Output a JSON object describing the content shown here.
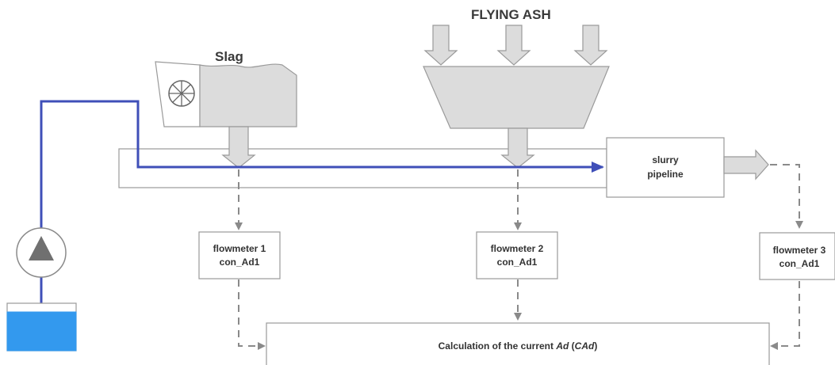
{
  "labels": {
    "flying_ash": "FLYING ASH",
    "slag": "Slag",
    "slurry_line1": "slurry",
    "slurry_line2": "pipeline",
    "calc_prefix": "Calculation of the current ",
    "calc_ad": "Ad",
    "calc_open": " (",
    "calc_cad": "CAd",
    "calc_close": ")"
  },
  "flowmeters": [
    {
      "line1": "flowmeter 1",
      "line2": "con_Ad1"
    },
    {
      "line1": "flowmeter 2",
      "line2": "con_Ad1"
    },
    {
      "line1": "flowmeter 3",
      "line2": "con_Ad1"
    }
  ],
  "colors": {
    "water_line": "#3f4fb8",
    "tank_water": "#3399ee",
    "gray_fill": "#dcdcdc",
    "gray_stroke": "#888888",
    "dashed": "#8a8a8a"
  }
}
